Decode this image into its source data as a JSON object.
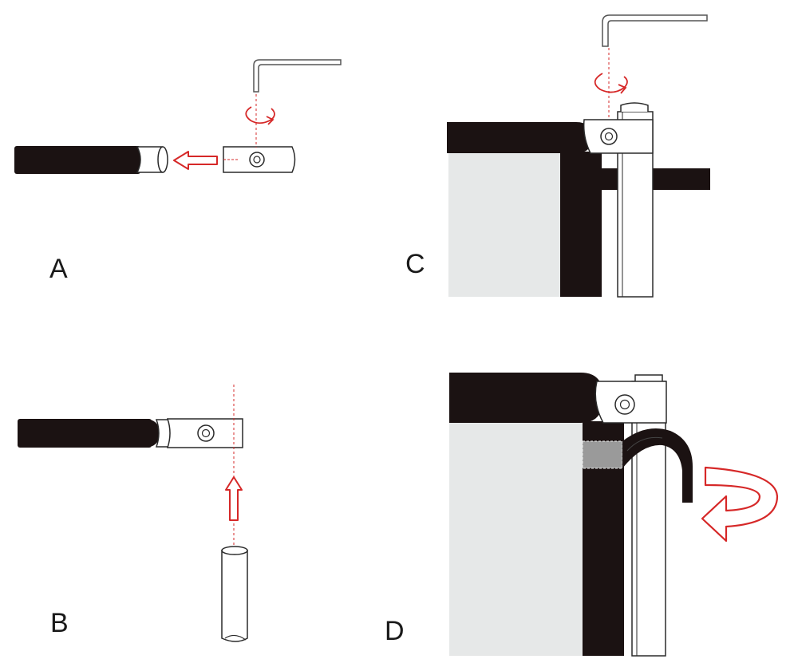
{
  "steps": {
    "a": "A",
    "b": "B",
    "c": "C",
    "d": "D"
  },
  "colors": {
    "tube": "#1b1212",
    "panel": "#e6e8e8",
    "arrow": "#d62828",
    "outline": "#2a2a2a",
    "strap_patch": "#9a9a9a"
  },
  "icons": {
    "allen_key": "allen-key-icon",
    "rotate": "rotate-arrow-icon",
    "push_arrow": "push-arrow-icon",
    "wrap_arrow": "wrap-arrow-icon"
  }
}
